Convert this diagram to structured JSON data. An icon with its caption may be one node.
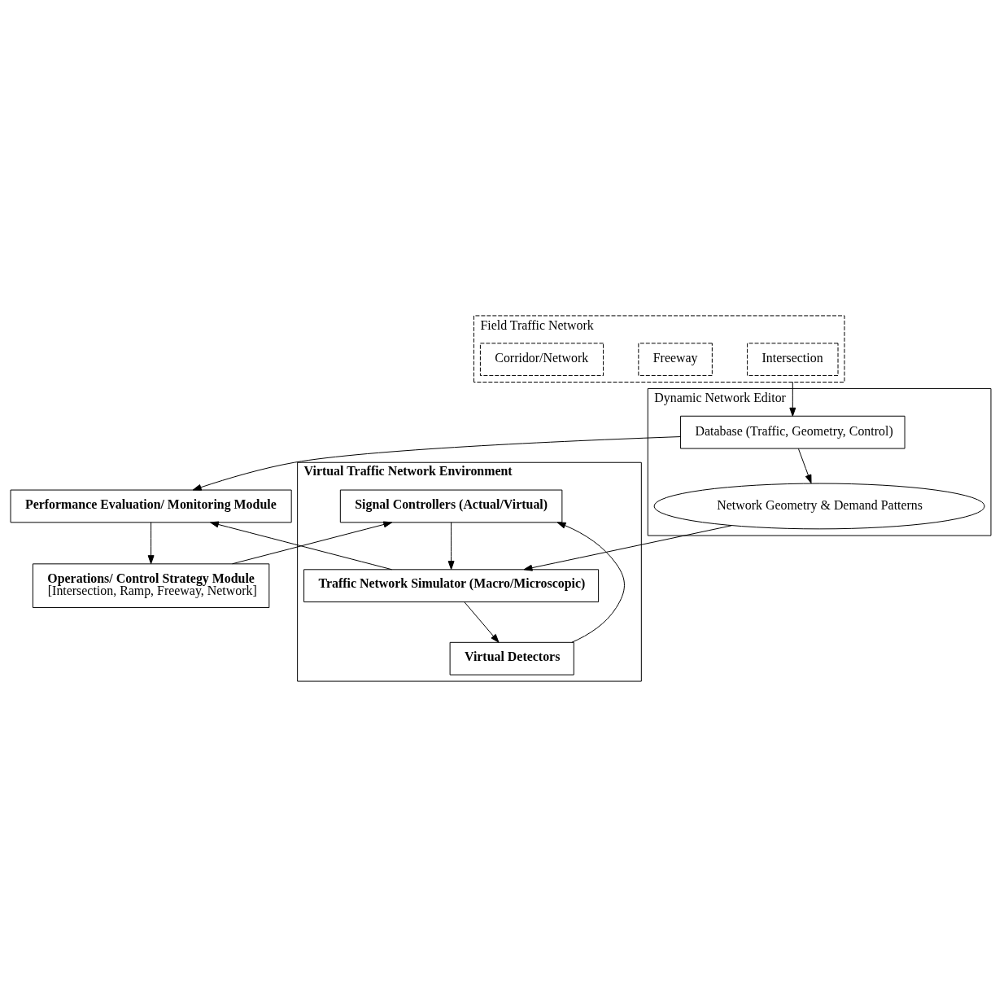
{
  "diagram": {
    "nodes": [
      {
        "text": [
          "Operations/ Control Strategy Module",
          "[Intersection, Ramp, Freeway, Network]"
        ]
      },
      {
        "text": [
          "Virtual Traffic Network Environment"
        ]
      },
      {
        "text": [
          "Signal Controllers (Actual/Virtual)"
        ],
        "in": 1
      },
      {
        "text": [
          "Virtual Detectors"
        ],
        "in": 1
      },
      {
        "text": [
          "Traffic Network Simulator (Macro/Microscopic)"
        ],
        "in": 1
      },
      {
        "text": [
          "Performance Evaluation/ Monitoring Module"
        ]
      },
      {
        "text": [
          "Dynamic Network Editor"
        ]
      },
      {
        "text": [
          "Network Geometry & Demand Patterns"
        ],
        "in": 6
      },
      {
        "text": [
          "Database (Traffic, Geometry, Control)"
        ],
        "in": 6
      },
      {
        "text": [
          "Field Traffic Network"
        ]
      },
      {
        "text": [
          "Intersection"
        ],
        "in": 9
      },
      {
        "text": [
          "Freeway"
        ],
        "in": 9
      },
      {
        "text": [
          "Corridor/Network"
        ],
        "in": 9
      }
    ],
    "edges": [
      {
        "from": 0,
        "to": 2,
        "arrow": "to"
      },
      {
        "from": 3,
        "to": 2,
        "arrow": "to"
      },
      {
        "from": 2,
        "to": 4,
        "arrow": "to"
      },
      {
        "from": 4,
        "to": 3,
        "arrow": "to"
      },
      {
        "from": 4,
        "to": 5,
        "arrow": "to"
      },
      {
        "from": 5,
        "to": 0,
        "arrow": "to"
      },
      {
        "from": 8,
        "to": 5,
        "arrow": "to"
      },
      {
        "from": 8,
        "to": 7,
        "arrow": "to"
      },
      {
        "from": 7,
        "to": 4,
        "arrow": "to"
      },
      {
        "from": 9,
        "to": 8,
        "arrow": "to"
      }
    ]
  }
}
